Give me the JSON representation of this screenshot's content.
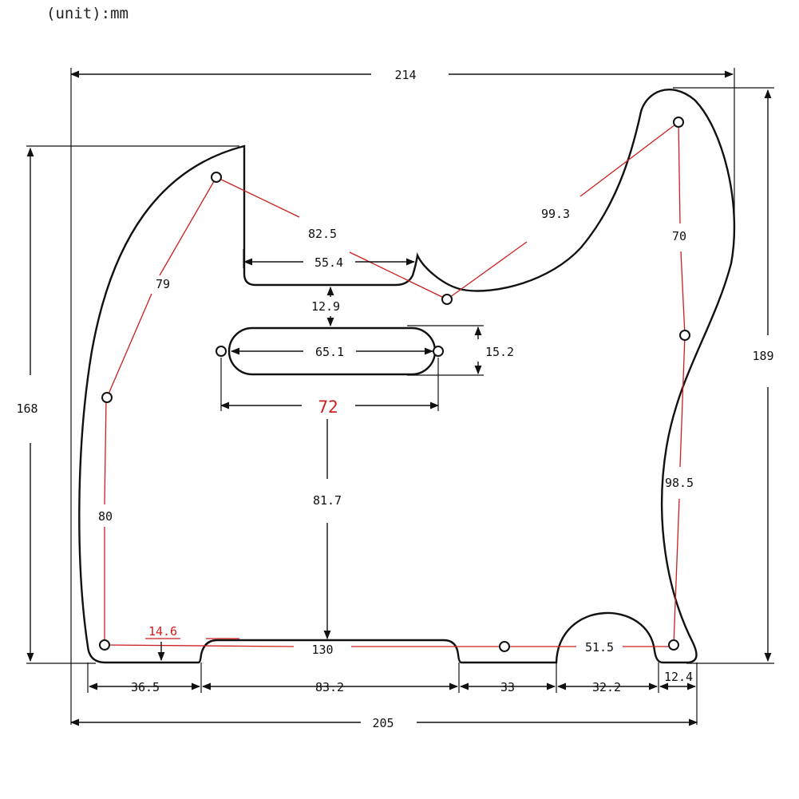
{
  "unit_label": "(unit):mm",
  "colors": {
    "outline": "#111111",
    "dimension": "#111111",
    "accent": "#cc1f1f"
  },
  "dimensions": {
    "overall_top_width": "214",
    "overall_bottom_width": "205",
    "left_height": "168",
    "right_height": "189",
    "neck_pocket_width": "55.4",
    "pocket_to_pickup": "12.9",
    "pickup_slot_length": "65.1",
    "pickup_slot_height": "15.2",
    "pickup_screw_spacing": "72",
    "pickup_to_bottom": "81.7",
    "bottom_left_segment": "36.5",
    "bottom_cutout_width": "83.2",
    "bottom_mid_segment": "33",
    "bottom_arc_width": "32.2",
    "bottom_right_segment": "12.4",
    "screw_offset": "14.6"
  },
  "screw_distances": {
    "left_top_to_left_mid": "79",
    "left_mid_to_left_bottom": "80",
    "left_top_to_waist": "82.5",
    "waist_to_horn": "99.3",
    "horn_to_right_mid": "70",
    "right_mid_to_right_bottom": "98.5",
    "left_bottom_to_right_bottom": "130",
    "bottom_mid_to_right_bottom": "51.5"
  }
}
